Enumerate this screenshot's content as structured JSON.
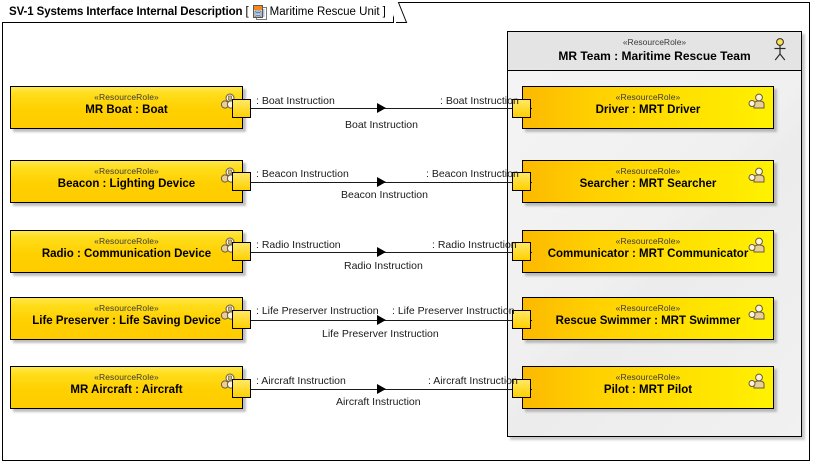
{
  "diagram": {
    "title": "SV-1 Systems Interface Internal Description",
    "bracket_open": "[",
    "bracket_close": "]",
    "context_name": "Maritime Rescue Unit",
    "context_icon": "block-definition-document-icon"
  },
  "container": {
    "stereotype": "«ResourceRole»",
    "name": "MR Team : Maritime Rescue Team",
    "icon": "actor-stick-figure-icon"
  },
  "left_nodes": [
    {
      "stereotype": "«ResourceRole»",
      "name": "MR Boat : Boat",
      "icon": "resource-artifact-icon"
    },
    {
      "stereotype": "«ResourceRole»",
      "name": "Beacon : Lighting Device",
      "icon": "resource-artifact-icon"
    },
    {
      "stereotype": "«ResourceRole»",
      "name": "Radio : Communication Device",
      "icon": "resource-artifact-icon"
    },
    {
      "stereotype": "«ResourceRole»",
      "name": "Life Preserver : Life Saving Device",
      "icon": "resource-artifact-icon"
    },
    {
      "stereotype": "«ResourceRole»",
      "name": "MR Aircraft : Aircraft",
      "icon": "resource-artifact-icon"
    }
  ],
  "right_nodes": [
    {
      "stereotype": "«ResourceRole»",
      "name": "Driver : MRT Driver",
      "icon": "role-person-icon"
    },
    {
      "stereotype": "«ResourceRole»",
      "name": "Searcher : MRT Searcher",
      "icon": "role-person-icon"
    },
    {
      "stereotype": "«ResourceRole»",
      "name": "Communicator : MRT Communicator",
      "icon": "role-person-icon"
    },
    {
      "stereotype": "«ResourceRole»",
      "name": "Rescue Swimmer : MRT Swimmer",
      "icon": "role-person-icon"
    },
    {
      "stereotype": "«ResourceRole»",
      "name": "Pilot : MRT Pilot",
      "icon": "role-person-icon"
    }
  ],
  "connectors": [
    {
      "source_port_label": ": Boat Instruction",
      "target_port_label": ": Boat Instruction",
      "name": "Boat Instruction"
    },
    {
      "source_port_label": ": Beacon Instruction",
      "target_port_label": ": Beacon Instruction",
      "name": "Beacon Instruction"
    },
    {
      "source_port_label": ": Radio Instruction",
      "target_port_label": ": Radio Instruction",
      "name": "Radio Instruction"
    },
    {
      "source_port_label": ": Life Preserver Instruction",
      "target_port_label": ": Life Preserver Instruction",
      "name": "Life Preserver Instruction"
    },
    {
      "source_port_label": ": Aircraft Instruction",
      "target_port_label": ": Aircraft Instruction",
      "name": "Aircraft Instruction"
    }
  ],
  "colors": {
    "node_yellow": "#ffd000",
    "node_yellow_light": "#fff200",
    "container_gray": "#f2f2f2",
    "container_header_gray": "#e4e4e4",
    "border": "#000000",
    "stereotype_text": "#3a3a3a"
  }
}
